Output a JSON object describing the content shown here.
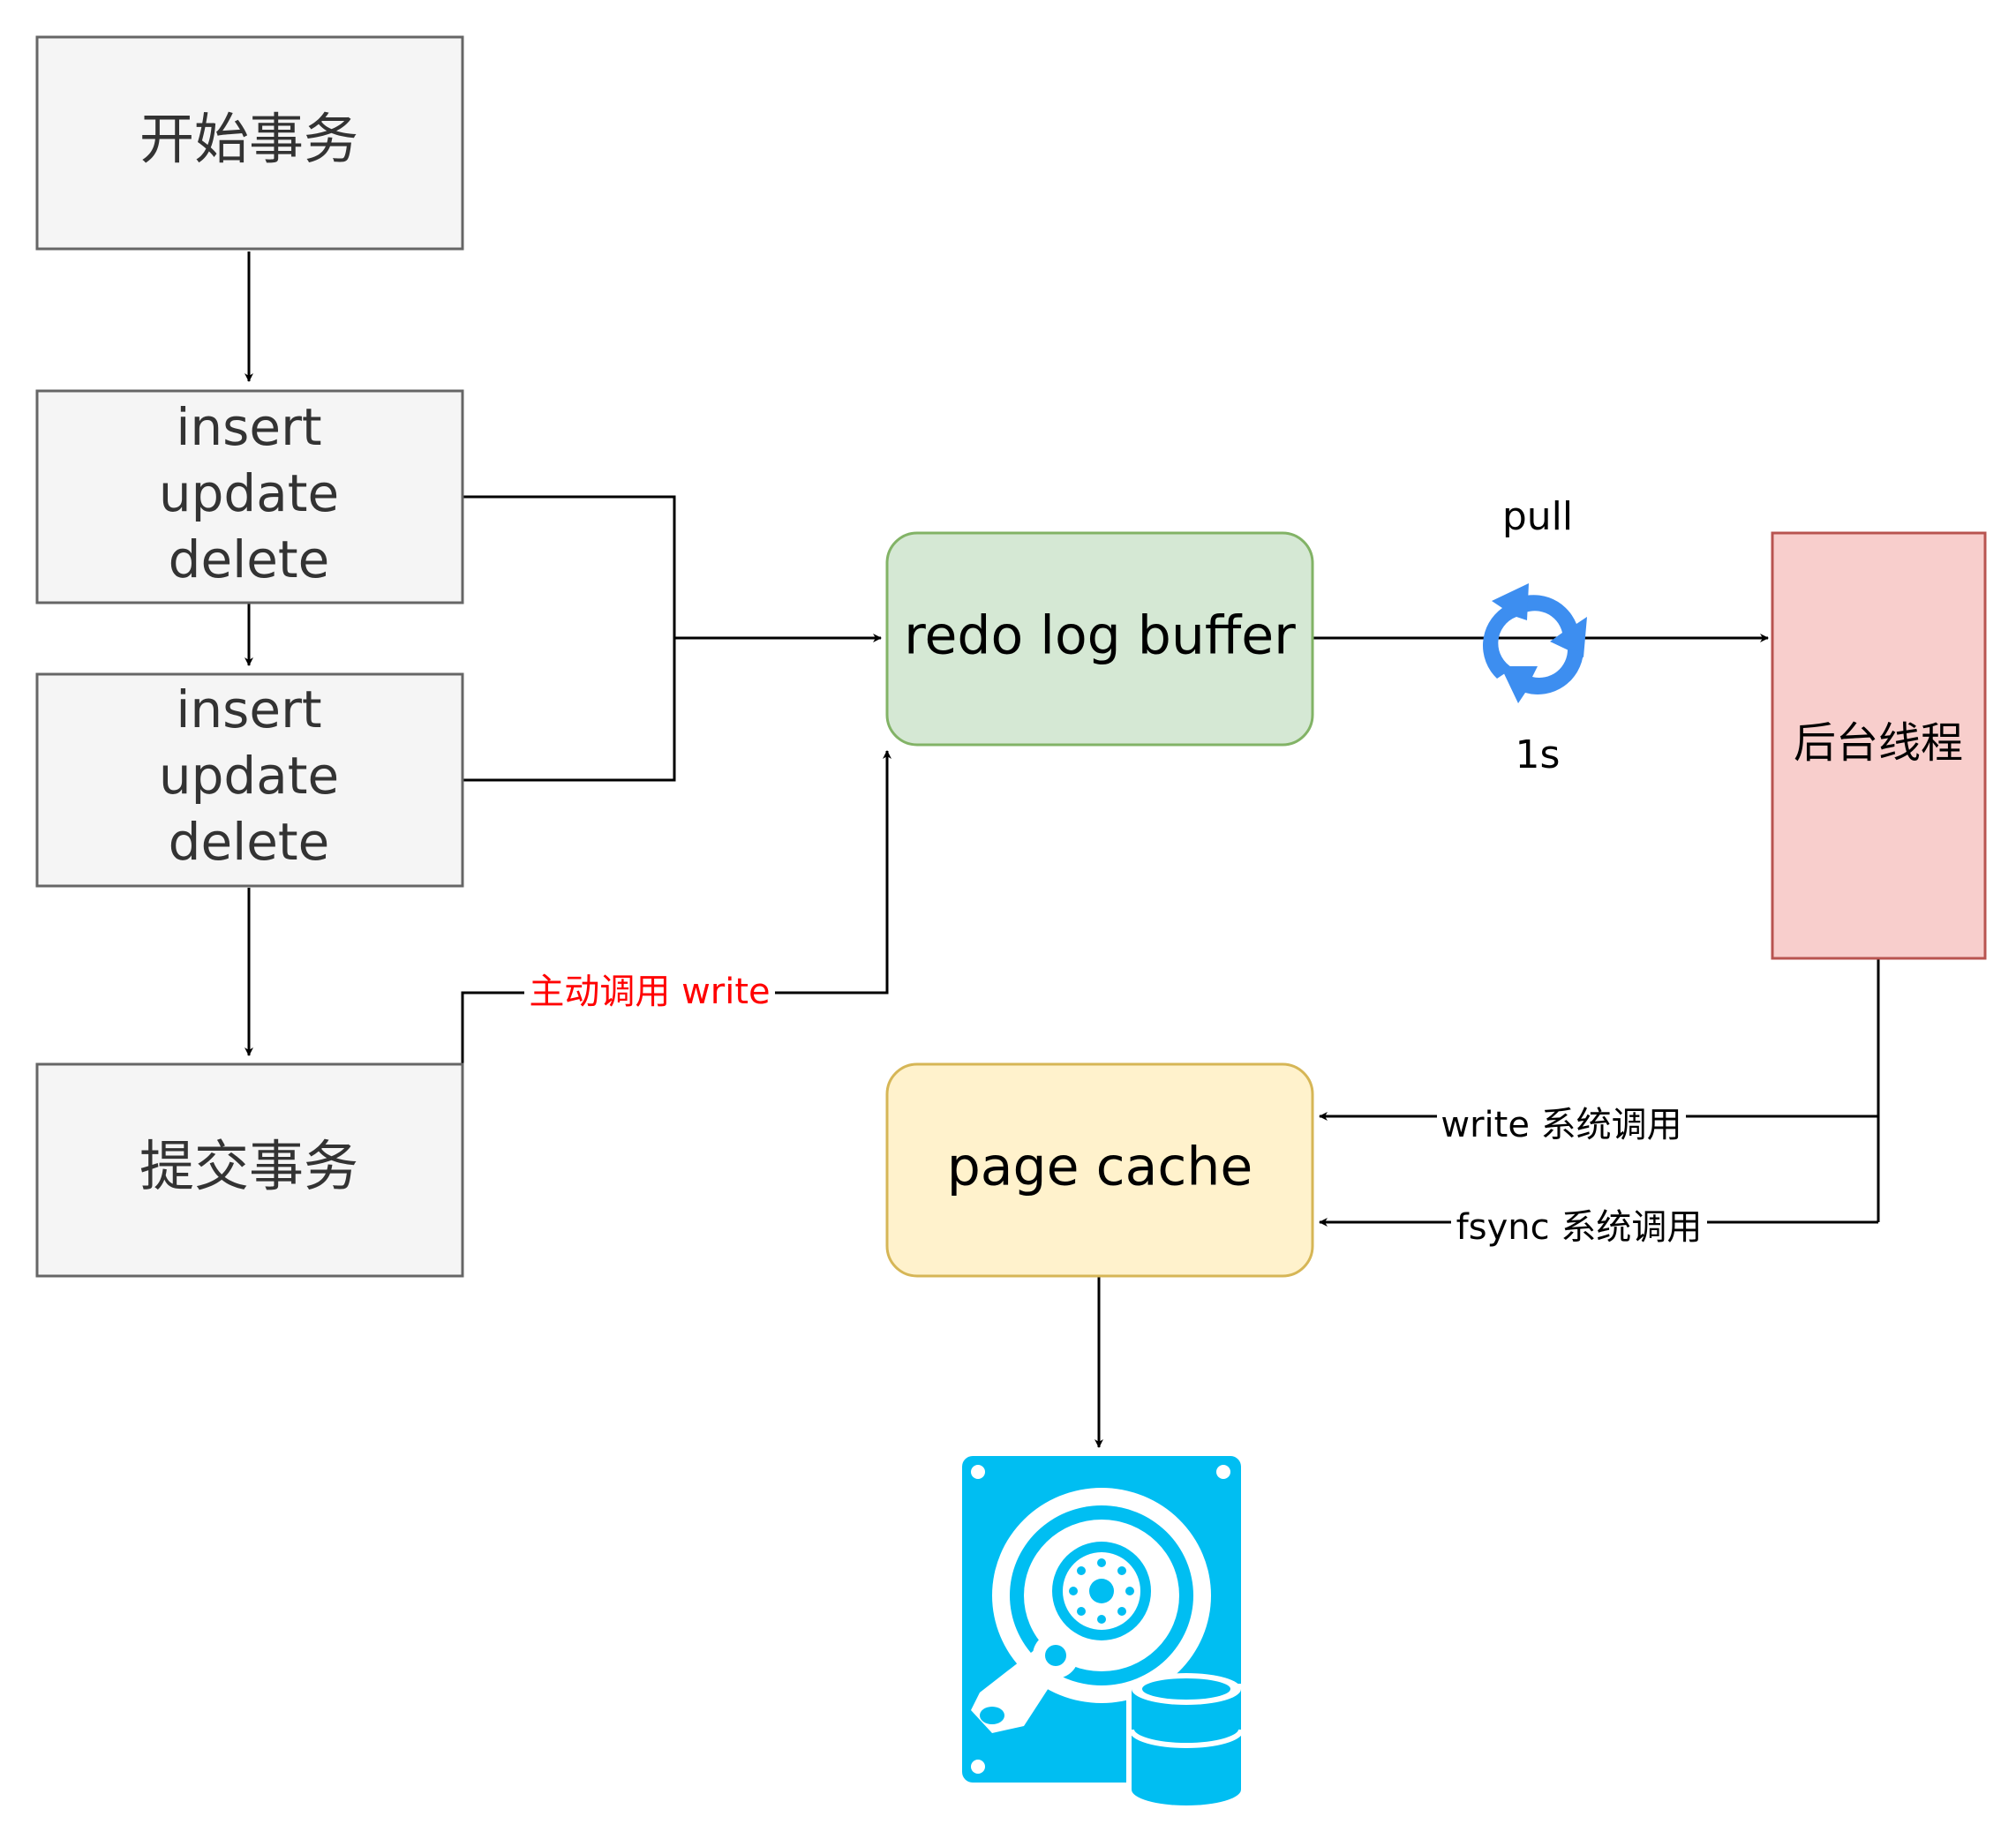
{
  "nodes": {
    "begin_txn": "开始事务",
    "dml_1": [
      "insert",
      "update",
      "delete"
    ],
    "dml_2": [
      "insert",
      "update",
      "delete"
    ],
    "commit_txn": "提交事务",
    "redo_log_buffer": "redo log buffer",
    "background_thread": "后台线程",
    "page_cache": "page cache"
  },
  "edge_labels": {
    "active_write": "主动调用 write",
    "pull": "pull",
    "interval": "1s",
    "write_syscall": "write 系统调用",
    "fsync_syscall": "fsync 系统调用"
  },
  "icons": {
    "cycle": "refresh-cycle-icon",
    "disk": "hard-disk-icon"
  },
  "colors": {
    "gray_fill": "#f5f5f5",
    "gray_stroke": "#666666",
    "green_fill": "#d5e8d4",
    "green_stroke": "#82b366",
    "red_fill": "#f8cecc",
    "red_stroke": "#b85450",
    "yellow_fill": "#fff2cc",
    "yellow_stroke": "#d6b656",
    "label_red": "#ff0000",
    "cycle_blue": "#3d8ef0",
    "disk_blue": "#00bef2"
  }
}
